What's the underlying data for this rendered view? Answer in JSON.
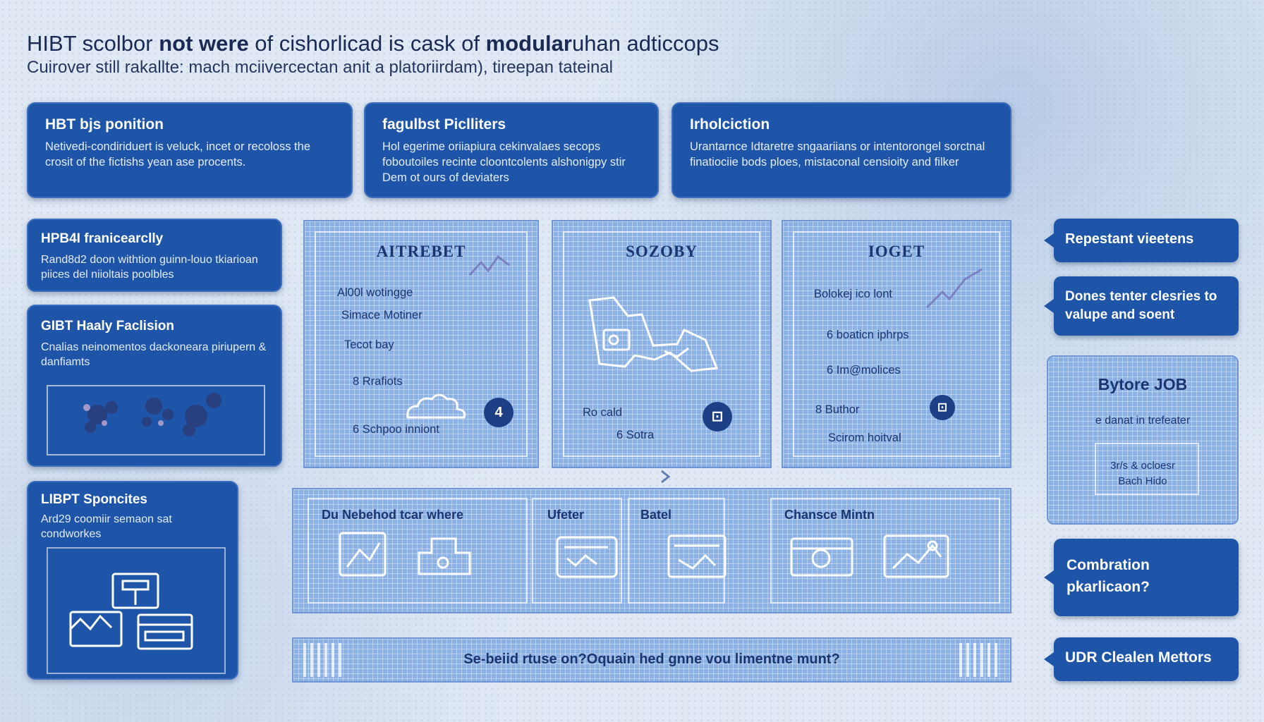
{
  "header": {
    "title_part1": "HIBT scolbor ",
    "title_bold1": "not were",
    "title_part2": " of cishorlicad is cask of ",
    "title_bold2": "modular",
    "title_part3": "uhan adticcops",
    "subtitle": "Cuirover still rakallte: mach mciivercectan anit a platoriirdam), tireepan tateinal"
  },
  "top_boxes": [
    {
      "title": "HBT bjs ponition",
      "text": "Netivedi-condiriduert is veluck, incet or recoloss the crosit of the fictishs yean ase procents."
    },
    {
      "title": "fagulbst Piclliters",
      "text": "Hol egerime oriiapiura cekinvalaes secops foboutoiles recinte cloontcolents alshonigpy stir Dem ot ours of deviaters"
    },
    {
      "title": "Irholciction",
      "text": "Urantarnce Idtaretre sngaariians or intentorongel sorctnal finatiociie bods ploes, mistaconal censioity and filker"
    }
  ],
  "left_boxes": [
    {
      "title": "HPB4I franicearclly",
      "text": "Rand8d2 doon withtion guinn-louo tkiarioan piices del niioltais poolbles"
    },
    {
      "title": "GIBT Haaly Faclision",
      "text": "Cnalias neinomentos dackoneara piriupern & danfiamts"
    },
    {
      "title": "LIBPT Sponcites",
      "text": "Ard29 coomiir semaon sat condworkes"
    }
  ],
  "columns": [
    {
      "title": "AITREBET",
      "items": [
        "Al00l wotingge",
        "Simace Motiner",
        "Tecot bay",
        "8 Rrafiots",
        "6 Schpoo inniont"
      ],
      "badge": "4"
    },
    {
      "title": "SOZOBY",
      "items": [
        "Ro cald",
        "6 Sotra"
      ],
      "badge": "⊡"
    },
    {
      "title": "IOGET",
      "items": [
        "Bolokej ico lont",
        "6 boaticn iphrps",
        "6 Im@molices",
        "8 Buthor",
        "Scirom hoitval"
      ],
      "badge": "⊡"
    }
  ],
  "bottom_panel": {
    "labels": [
      "Du Nebehod tcar where",
      "Ufeter",
      "Batel",
      "Chansce Mintn"
    ]
  },
  "footer_bar": {
    "text": "Se-beiid rtuse on?Oquain hed gnne vou limentne munt?"
  },
  "right_callouts": [
    {
      "text": "Repestant vieetens"
    },
    {
      "text": "Dones tenter clesries to valupe and soent"
    },
    {
      "title": "Bytore JOB",
      "lines": [
        "e danat in trefeater",
        "3r/s & ocloesr",
        "Bach Hido"
      ]
    },
    {
      "text": "Combration pkarlicaon?"
    },
    {
      "text": "UDR Clealen Mettors"
    }
  ],
  "colors": {
    "box_blue": "#1f55a8",
    "grid_blue": "#8cb1e4",
    "background": "#dfe8f3",
    "text_dark": "#1c3570"
  }
}
